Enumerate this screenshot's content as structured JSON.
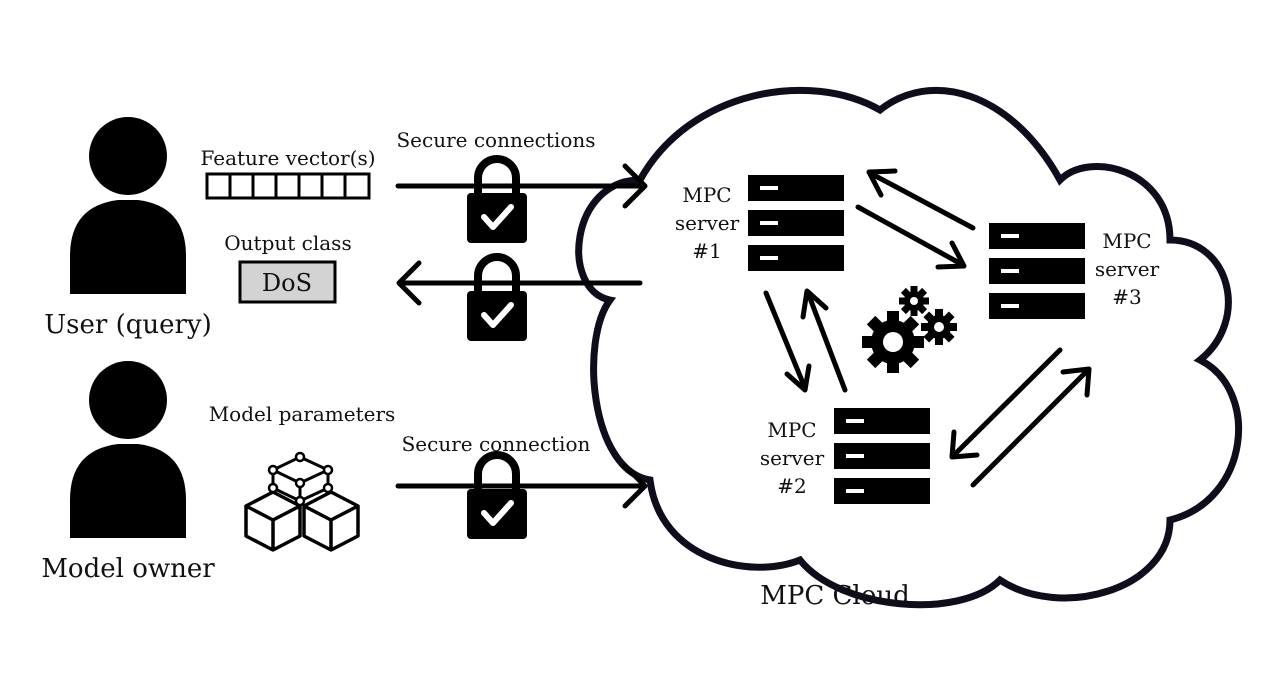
{
  "user": {
    "label": "User (query)"
  },
  "owner": {
    "label": "Model owner"
  },
  "feature_vector": {
    "label": "Feature vector(s)",
    "cell_count": 7
  },
  "output_class": {
    "label": "Output class",
    "value": "DoS"
  },
  "model_parameters": {
    "label": "Model parameters"
  },
  "connections": {
    "secure_connections": "Secure connections",
    "secure_connection": "Secure connection"
  },
  "cloud": {
    "label": "MPC Cloud"
  },
  "servers": [
    {
      "line1": "MPC",
      "line2": "server",
      "line3": "#1"
    },
    {
      "line1": "MPC",
      "line2": "server",
      "line3": "#2"
    },
    {
      "line1": "MPC",
      "line2": "server",
      "line3": "#3"
    }
  ],
  "icons": {
    "person": "person-icon",
    "lock": "lock-check-icon",
    "server": "server-rack-icon",
    "gears": "gears-icon",
    "cubes": "cubes-icon"
  }
}
